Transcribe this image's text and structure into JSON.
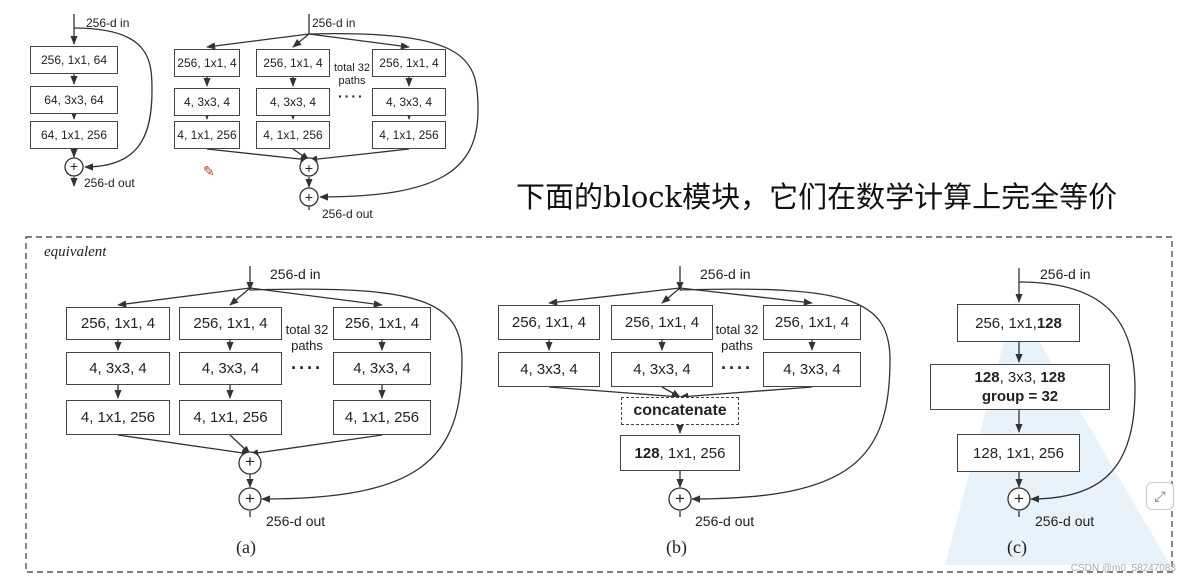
{
  "heading": "下面的block模块，它们在数学计算上完全等价",
  "watermark": "CSDN @m0_58247083",
  "equivalent_label": "equivalent",
  "top": {
    "left": {
      "in_label": "256-d in",
      "out_label": "256-d out",
      "boxes": [
        "256, 1x1, 64",
        "64, 3x3, 64",
        "64, 1x1, 256"
      ],
      "add_symbol": "+"
    },
    "right": {
      "in_label": "256-d in",
      "out_label": "256-d out",
      "path_boxes": [
        "256, 1x1, 4",
        "4, 3x3, 4",
        "4, 1x1, 256"
      ],
      "paths_note_line1": "total 32",
      "paths_note_line2": "paths",
      "dots": "····",
      "add_symbol": "+"
    }
  },
  "panel_a": {
    "caption": "(a)",
    "in_label": "256-d in",
    "out_label": "256-d out",
    "path_boxes": [
      "256, 1x1, 4",
      "4, 3x3, 4",
      "4, 1x1, 256"
    ],
    "paths_note_line1": "total 32",
    "paths_note_line2": "paths",
    "dots": "····",
    "add_symbol": "+"
  },
  "panel_b": {
    "caption": "(b)",
    "in_label": "256-d in",
    "out_label": "256-d out",
    "path_boxes": [
      "256, 1x1, 4",
      "4, 3x3, 4"
    ],
    "paths_note_line1": "total 32",
    "paths_note_line2": "paths",
    "dots": "····",
    "concat_label": "concatenate",
    "final_box_bold": "128",
    "final_box_rest": ", 1x1, 256",
    "add_symbol": "+"
  },
  "panel_c": {
    "caption": "(c)",
    "in_label": "256-d in",
    "out_label": "256-d out",
    "box1_plain": "256, 1x1, ",
    "box1_bold": "128",
    "box2_bold_a": "128",
    "box2_plain": ", 3x3, ",
    "box2_bold_b": "128",
    "box2_line2": "group = 32",
    "box3": "128, 1x1, 256",
    "add_symbol": "+"
  }
}
